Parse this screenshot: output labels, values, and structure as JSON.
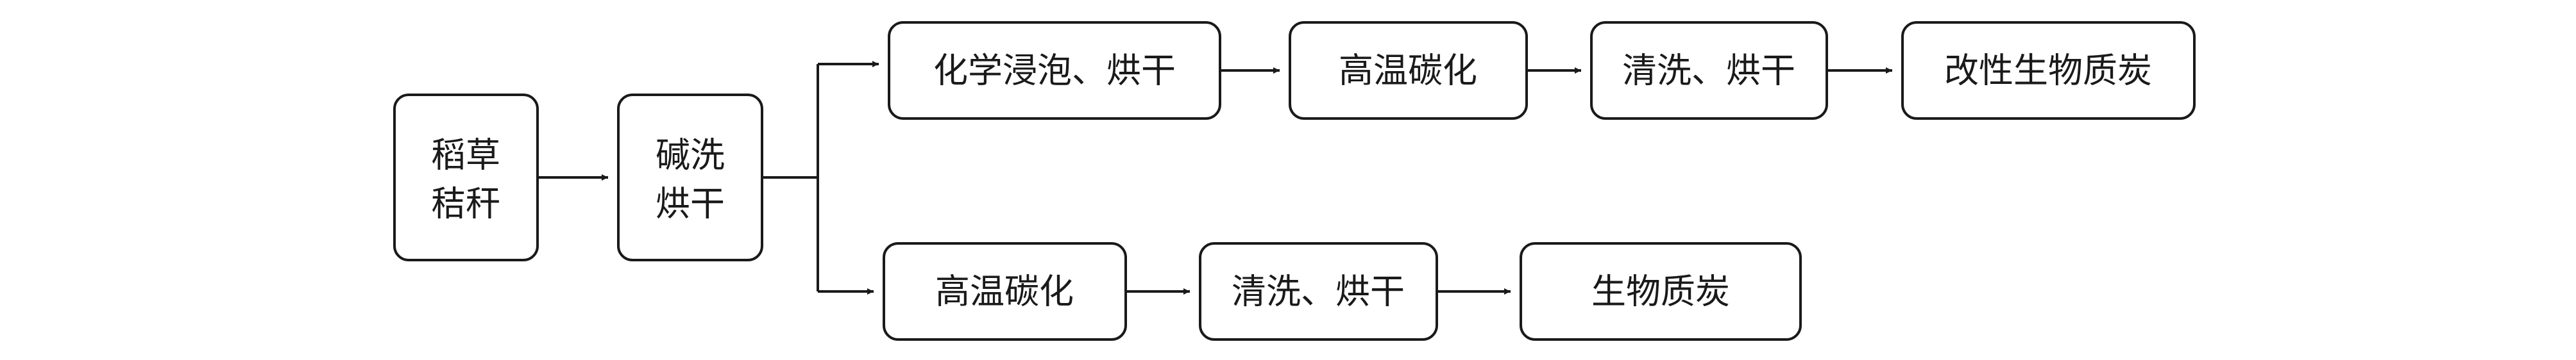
{
  "diagram": {
    "type": "flowchart",
    "colors": {
      "stroke": "#1a1a1a",
      "background": "#ffffff",
      "text": "#1a1a1a"
    },
    "nodes": {
      "straw": {
        "lines": [
          "稻草",
          "秸秆"
        ]
      },
      "alkali_wash": {
        "lines": [
          "碱洗",
          "烘干"
        ]
      },
      "chem_soak": {
        "lines": [
          "化学浸泡、烘干"
        ]
      },
      "pyro_top": {
        "lines": [
          "高温碳化"
        ]
      },
      "wash_top": {
        "lines": [
          "清洗、烘干"
        ]
      },
      "modified": {
        "lines": [
          "改性生物质炭"
        ]
      },
      "pyro_bottom": {
        "lines": [
          "高温碳化"
        ]
      },
      "wash_bottom": {
        "lines": [
          "清洗、烘干"
        ]
      },
      "biochar": {
        "lines": [
          "生物质炭"
        ]
      }
    },
    "edges": [
      {
        "from": "straw",
        "to": "alkali_wash"
      },
      {
        "from": "alkali_wash",
        "to": "chem_soak"
      },
      {
        "from": "alkali_wash",
        "to": "pyro_bottom"
      },
      {
        "from": "chem_soak",
        "to": "pyro_top"
      },
      {
        "from": "pyro_top",
        "to": "wash_top"
      },
      {
        "from": "wash_top",
        "to": "modified"
      },
      {
        "from": "pyro_bottom",
        "to": "wash_bottom"
      },
      {
        "from": "wash_bottom",
        "to": "biochar"
      }
    ]
  }
}
